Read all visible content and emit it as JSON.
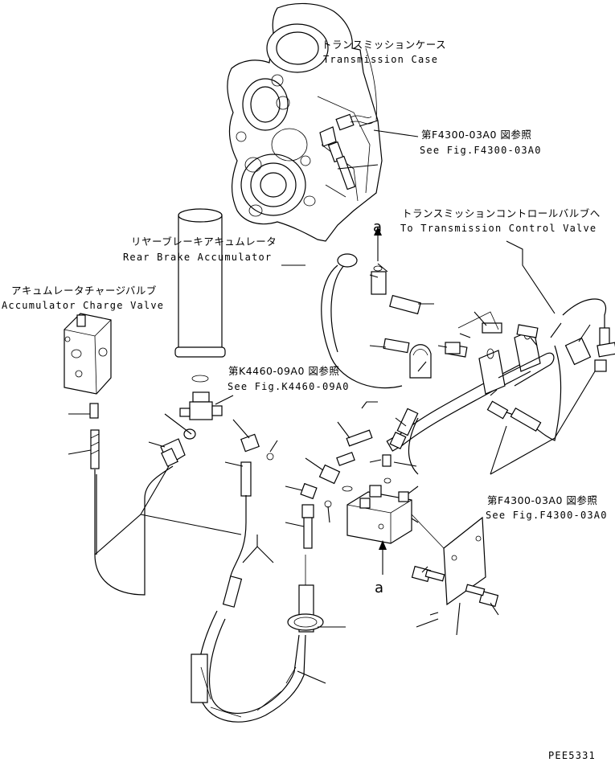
{
  "labels": {
    "transmission_case_jp": "トランスミッションケース",
    "transmission_case_en": "Transmission Case",
    "ref_f4300_top_jp": "第F4300-03A0 図参照",
    "ref_f4300_top_en": "See Fig.F4300-03A0",
    "to_tcv_jp": "トランスミッションコントロールバルブへ",
    "to_tcv_en": "To Transmission Control Valve",
    "rear_brake_jp": "リヤーブレーキアキュムレータ",
    "rear_brake_en": "Rear Brake Accumulator",
    "acc_charge_jp": "アキュムレータチャージバルブ",
    "acc_charge_en": "Accumulator Charge Valve",
    "ref_k4460_jp": "第K4460-09A0 図参照",
    "ref_k4460_en": "See Fig.K4460-09A0",
    "ref_f4300_bottom_jp": "第F4300-03A0 図参照",
    "ref_f4300_bottom_en": "See Fig.F4300-03A0",
    "view_a_top": "a",
    "view_a_bottom": "a",
    "drawing_code": "PEE5331"
  }
}
